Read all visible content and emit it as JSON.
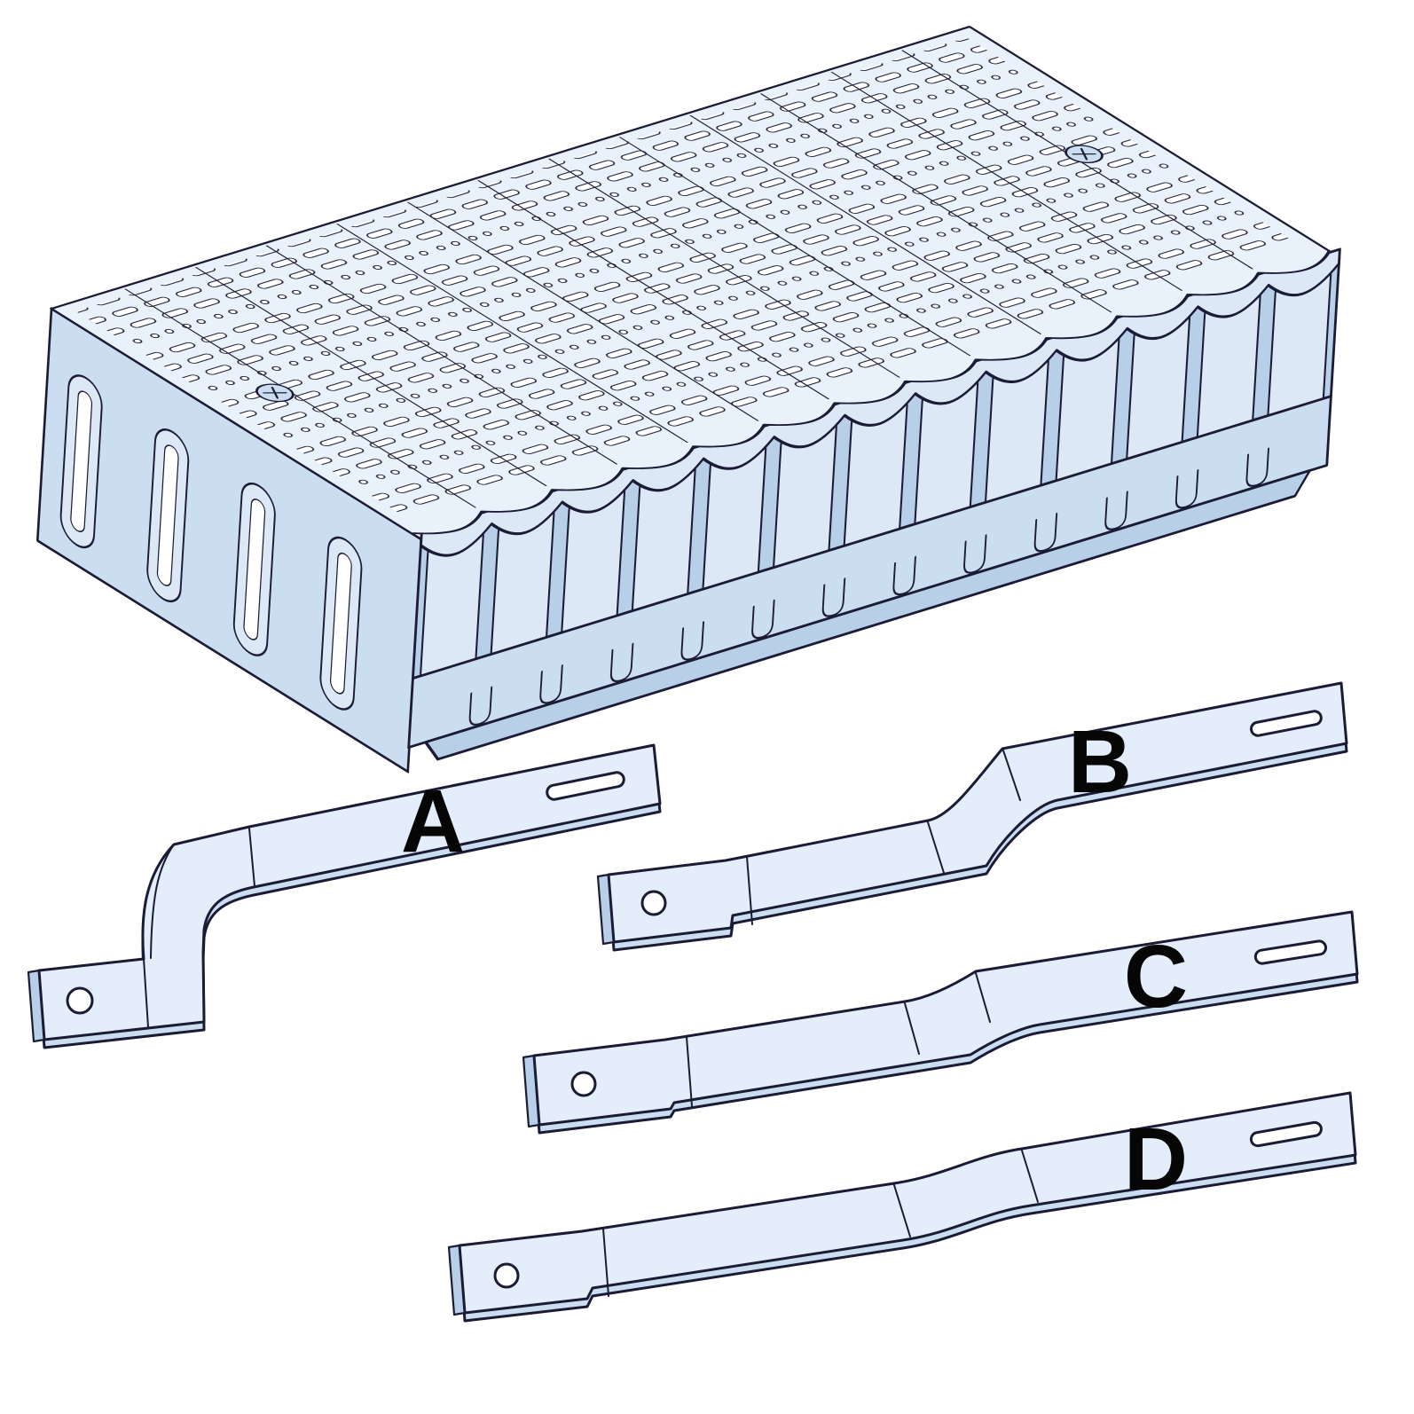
{
  "figure": {
    "type": "technical-illustration",
    "description": "Isometric line drawing of a perforated busbar distribution block with four labelled connection link bars",
    "background": "#ffffff",
    "colors": {
      "outline": "#1b1b35",
      "surface_lightest": "#e9f1fb",
      "surface_light": "#dce8f6",
      "surface_mid": "#cbddf1",
      "surface_dark": "#b8cfe8",
      "hole_fill": "#ffffff",
      "label_color": "#060606"
    },
    "block": {
      "name": "perforated busbar block",
      "cover_segment_count": 13,
      "fin_count": 13,
      "notch_count": 12,
      "cable_loop_count": 4,
      "screw_count": 2
    },
    "bars": [
      {
        "id": "bar-a",
        "label": "A"
      },
      {
        "id": "bar-b",
        "label": "B"
      },
      {
        "id": "bar-c",
        "label": "C"
      },
      {
        "id": "bar-d",
        "label": "D"
      }
    ]
  }
}
